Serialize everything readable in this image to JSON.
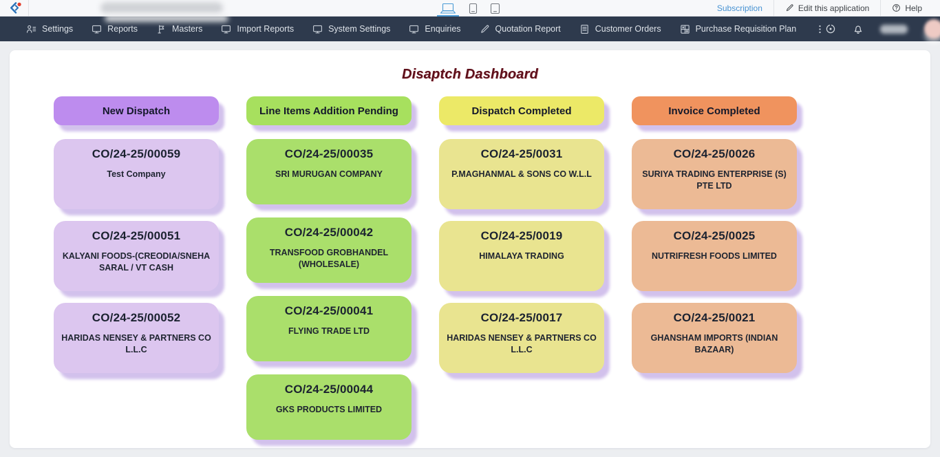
{
  "colors": {
    "navbar_bg": "#2e3a4d",
    "link_blue": "#4792d2",
    "title_color": "#5d0f1a",
    "card_shadow": "#d2c1ec"
  },
  "utility_bar": {
    "subscription_label": "Subscription",
    "edit_app_label": "Edit this application",
    "help_label": "Help",
    "devices": [
      {
        "icon": "laptop-icon",
        "active": true
      },
      {
        "icon": "phone-icon",
        "active": false
      },
      {
        "icon": "tablet-icon",
        "active": false
      }
    ]
  },
  "navbar": {
    "items": [
      {
        "label": "Settings",
        "icon": "user-settings-icon"
      },
      {
        "label": "Reports",
        "icon": "monitor-icon"
      },
      {
        "label": "Masters",
        "icon": "flag-icon"
      },
      {
        "label": "Import Reports",
        "icon": "monitor-icon"
      },
      {
        "label": "System Settings",
        "icon": "monitor-icon"
      },
      {
        "label": "Enquiries",
        "icon": "monitor-icon"
      },
      {
        "label": "Quotation Report",
        "icon": "pencil-icon"
      },
      {
        "label": "Customer Orders",
        "icon": "document-icon"
      },
      {
        "label": "Purchase Requisition Plan",
        "icon": "grid-icon"
      }
    ],
    "more_icon": "kebab-menu-icon",
    "right_icons": [
      "target-icon",
      "bell-icon"
    ]
  },
  "page": {
    "title": "Disaptch Dashboard"
  },
  "board": {
    "columns": [
      {
        "header": "New Dispatch",
        "header_color": "#bd8cee",
        "card_color": "#dcc6ef",
        "cards": [
          {
            "order_no": "CO/24-25/00059",
            "company": "Test Company"
          },
          {
            "order_no": "CO/24-25/00051",
            "company": "KALYANI FOODS-(CREODIA/SNEHA SARAL / VT CASH"
          },
          {
            "order_no": "CO/24-25/00052",
            "company": "HARIDAS NENSEY & PARTNERS CO L.L.C"
          }
        ]
      },
      {
        "header": "Line Items Addition Pending",
        "header_color": "#a7e05e",
        "card_color": "#aadf6b",
        "cards": [
          {
            "order_no": "CO/24-25/00035",
            "company": "SRI MURUGAN COMPANY"
          },
          {
            "order_no": "CO/24-25/00042",
            "company": "TRANSFOOD GROBHANDEL (WHOLESALE)"
          },
          {
            "order_no": "CO/24-25/00041",
            "company": "FLYING TRADE LTD"
          },
          {
            "order_no": "CO/24-25/00044",
            "company": "GKS PRODUCTS LIMITED"
          }
        ]
      },
      {
        "header": "Dispatch Completed",
        "header_color": "#ece967",
        "card_color": "#e9e490",
        "cards": [
          {
            "order_no": "CO/24-25/0031",
            "company": "P.MAGHANMAL & SONS CO W.L.L"
          },
          {
            "order_no": "CO/24-25/0019",
            "company": "HIMALAYA TRADING"
          },
          {
            "order_no": "CO/24-25/0017",
            "company": "HARIDAS NENSEY & PARTNERS CO L.L.C"
          }
        ]
      },
      {
        "header": "Invoice Completed",
        "header_color": "#f0935e",
        "card_color": "#ecba95",
        "cards": [
          {
            "order_no": "CO/24-25/0026",
            "company": "SURIYA TRADING ENTERPRISE (S) PTE LTD"
          },
          {
            "order_no": "CO/24-25/0025",
            "company": "NUTRIFRESH FOODS LIMITED"
          },
          {
            "order_no": "CO/24-25/0021",
            "company": "GHANSHAM IMPORTS (INDIAN BAZAAR)"
          }
        ]
      }
    ]
  }
}
